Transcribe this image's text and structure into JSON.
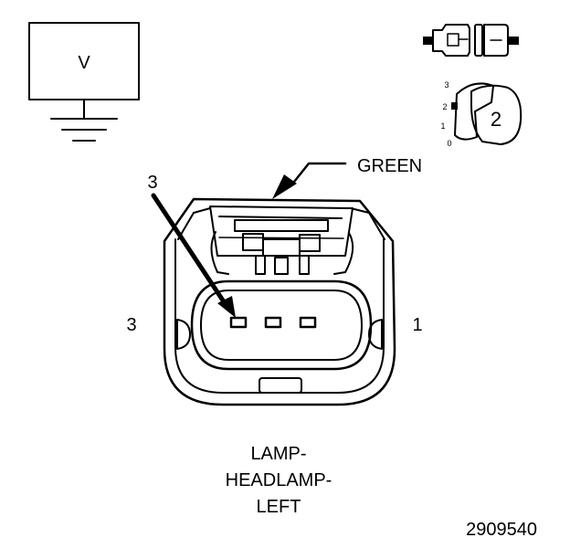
{
  "voltmeter": {
    "symbol": "V"
  },
  "wire_color": "GREEN",
  "pointer_label": "3",
  "pin_left": "3",
  "pin_right": "1",
  "position_scale": [
    "3",
    "2",
    "1",
    "0"
  ],
  "position_value": "2",
  "connector_name": [
    "LAMP-",
    "HEADLAMP-",
    "LEFT"
  ],
  "figure_id": "2909540",
  "colors": {
    "line": "#000000",
    "background": "#ffffff"
  }
}
